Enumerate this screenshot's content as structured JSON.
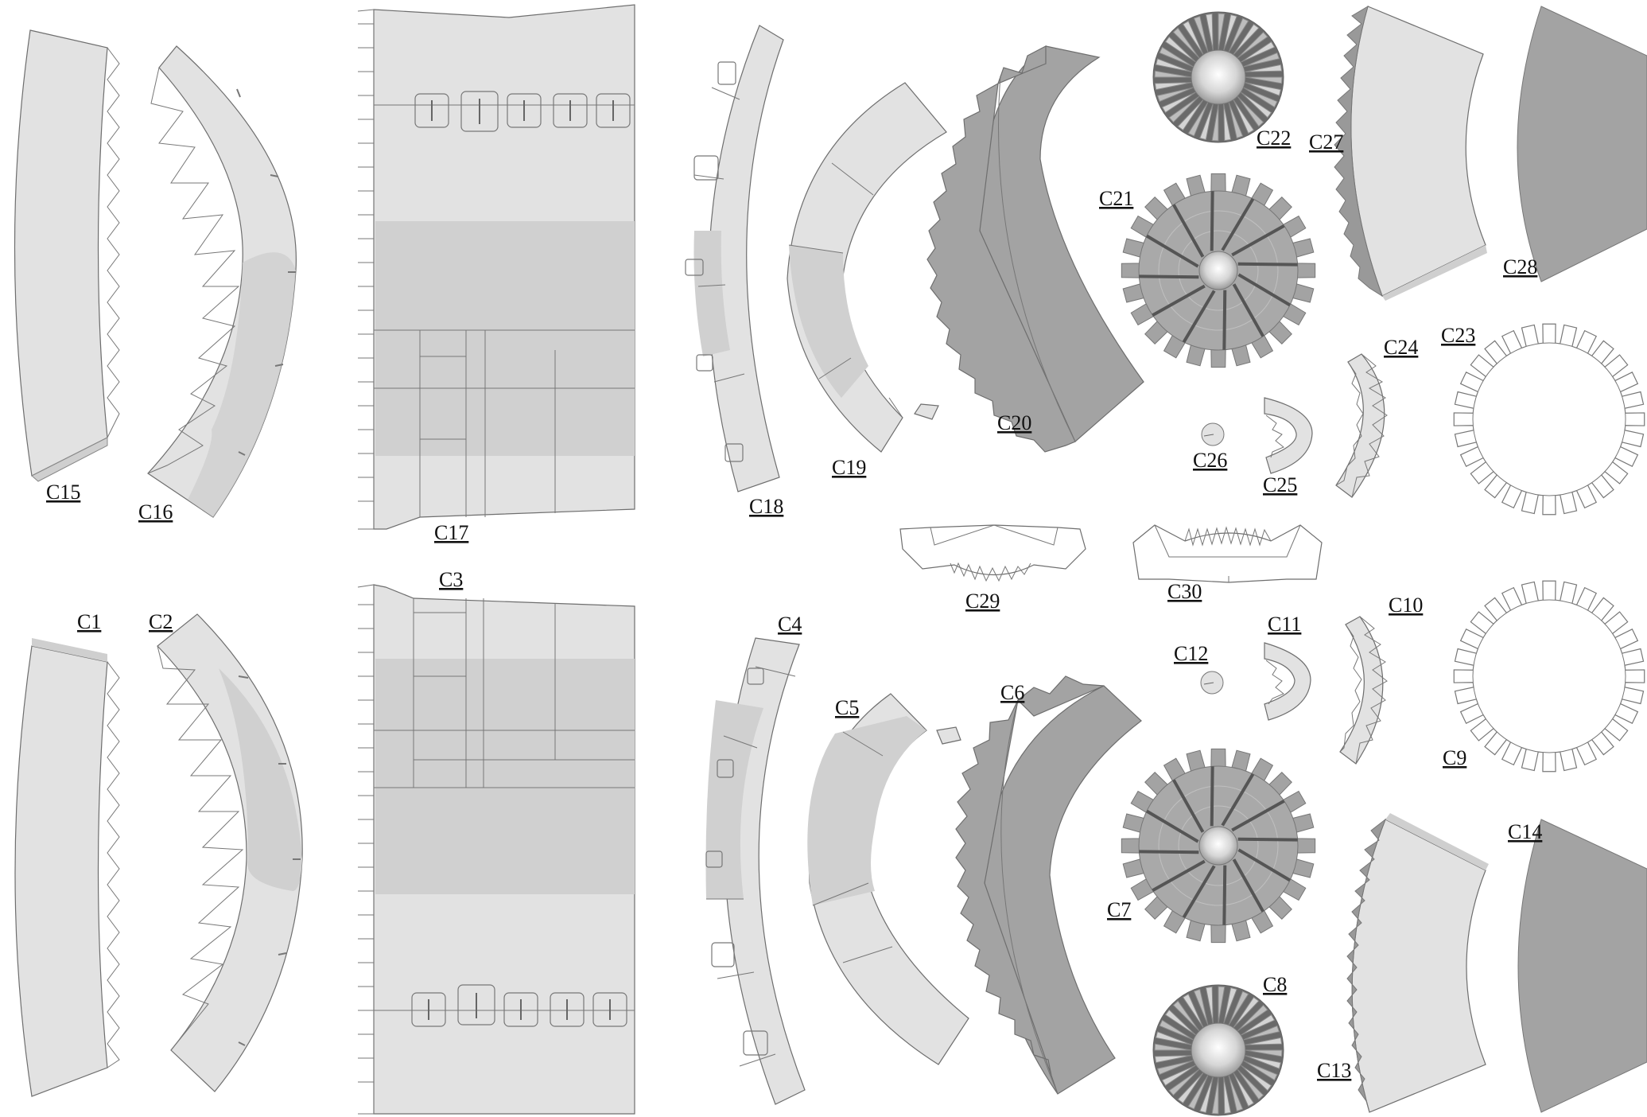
{
  "labels": {
    "c1": "C1",
    "c2": "C2",
    "c3": "C3",
    "c4": "C4",
    "c5": "C5",
    "c6": "C6",
    "c7": "C7",
    "c8": "C8",
    "c9": "C9",
    "c10": "C10",
    "c11": "C11",
    "c12": "C12",
    "c13": "C13",
    "c14": "C14",
    "c15": "C15",
    "c16": "C16",
    "c17": "C17",
    "c18": "C18",
    "c19": "C19",
    "c20": "C20",
    "c21": "C21",
    "c22": "C22",
    "c23": "C23",
    "c24": "C24",
    "c25": "C25",
    "c26": "C26",
    "c27": "C27",
    "c28": "C28",
    "c29": "C29",
    "c30": "C30"
  },
  "colors": {
    "light_part": "#e2e2e2",
    "mid_part": "#d0d0d0",
    "dark_part": "#a3a3a3",
    "outline": "#6e6e6e",
    "background": "#ffffff"
  }
}
